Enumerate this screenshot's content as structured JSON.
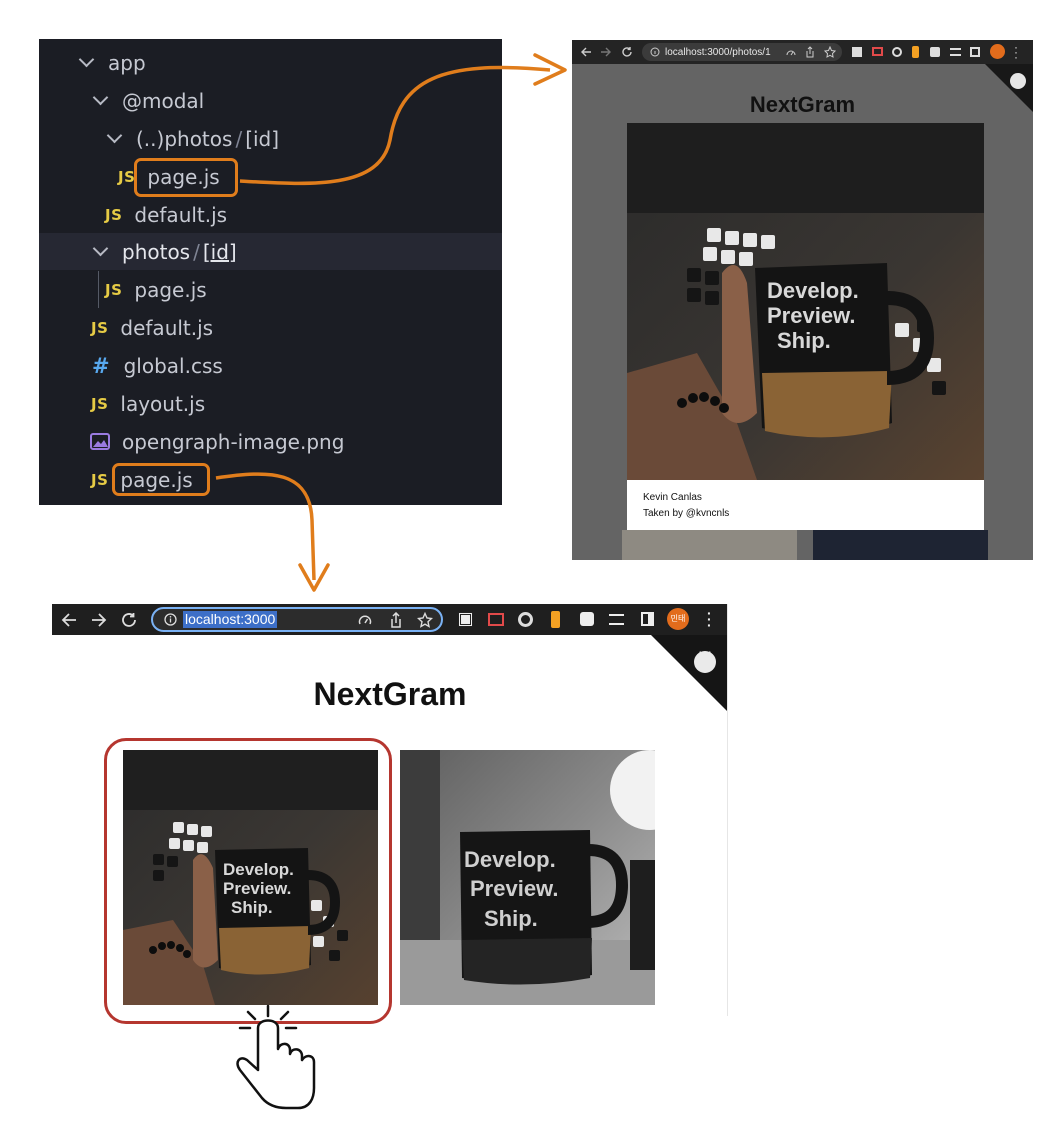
{
  "explorer": {
    "items": [
      {
        "label": "app"
      },
      {
        "label": "@modal"
      },
      {
        "label_a": "(..)photos",
        "sep": "/",
        "label_b": "[id]"
      },
      {
        "badge": "JS",
        "label": "page.js"
      },
      {
        "badge": "JS",
        "label": "default.js"
      },
      {
        "label_a": "photos",
        "sep": "/",
        "label_b": "[id]"
      },
      {
        "badge": "JS",
        "label": "page.js"
      },
      {
        "badge": "JS",
        "label": "default.js"
      },
      {
        "badge": "#",
        "label": "global.css"
      },
      {
        "badge": "JS",
        "label": "layout.js"
      },
      {
        "label": "opengraph-image.png"
      },
      {
        "badge": "JS",
        "label": "page.js"
      }
    ]
  },
  "modal_browser": {
    "url": "localhost:3000/photos/1",
    "title": "NextGram",
    "photo_text": [
      "Develop.",
      "Preview.",
      "Ship."
    ],
    "caption": {
      "name": "Kevin Canlas",
      "credit": "Taken by @kvncnls"
    }
  },
  "home_browser": {
    "url": "localhost:3000",
    "profile_label": "민태",
    "title": "NextGram",
    "photos": [
      {
        "text": [
          "Develop.",
          "Preview.",
          "Ship."
        ]
      },
      {
        "text": [
          "Develop.",
          "Preview.",
          "Ship."
        ]
      }
    ]
  },
  "colors": {
    "annotation": "#e07d1c",
    "click_highlight": "#b5362f",
    "editor_bg": "#1b1d24"
  }
}
